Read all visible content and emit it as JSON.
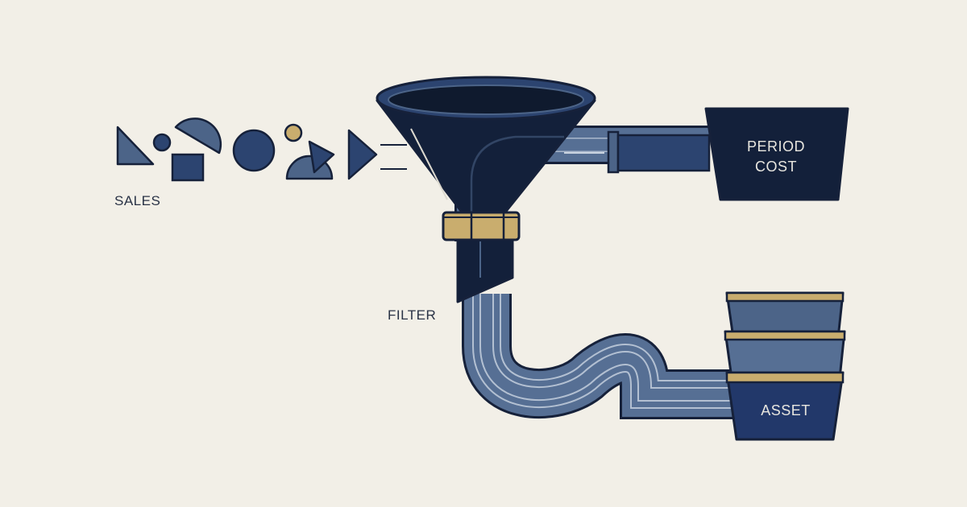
{
  "labels": {
    "sales": "SALES",
    "filter": "FILTER",
    "period_cost_line1": "PERIOD",
    "period_cost_line2": "COST",
    "asset": "ASSET"
  },
  "colors": {
    "background": "#f2efe7",
    "navy": "#13203a",
    "slate_blue": "#4c6488",
    "mid_blue": "#2c4470",
    "gold": "#c9ad6e",
    "outline": "#16213a"
  },
  "icons": [
    "triangle-icon",
    "circle-icon",
    "half-circle-icon",
    "square-icon",
    "arrow-icon",
    "funnel-icon",
    "bucket-icon"
  ]
}
